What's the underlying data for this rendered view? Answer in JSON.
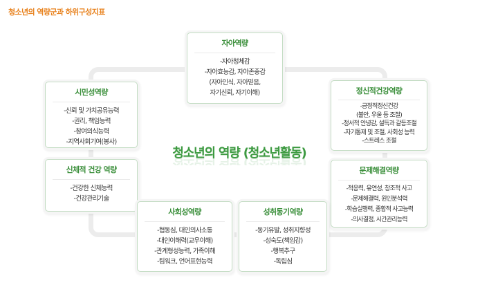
{
  "page_title": "청소년의 역량군과 하위구성지표",
  "center_title": "청소년의 역량 (청소년활동)",
  "boxes": [
    {
      "title": "자아역량",
      "items": [
        "-자아청체감",
        "-자아효능감, 자아존중감",
        "(자아인식, 자아믿음,",
        "자기신뢰, 자기이해)"
      ]
    },
    {
      "title": "시민성역량",
      "items": [
        "-신뢰 및 가치공유능력",
        "-권리, 책임능력",
        "-참여의식능력",
        "-지역사회기여(봉사)"
      ]
    },
    {
      "title": "정신적건강역량",
      "items": [
        "-긍정적정신건강",
        "(불안, 우울 등 조절)",
        "-정서적 안녕감, 설득과 갈등조절",
        "-자기통제 및 조절, 사회성 능력",
        "-스트레스 조절"
      ]
    },
    {
      "title": "신체적 건강 역량",
      "items": [
        "-건강한 신체능력",
        "-건강관리기술"
      ]
    },
    {
      "title": "문제해결역량",
      "items": [
        "-적응력, 유연성, 창조적 사고",
        "-문제해결력, 원인분석력",
        "-학습실행력, 종합적 사고능력",
        "-의사결정, 시간관리능력"
      ]
    },
    {
      "title": "사회성역량",
      "items": [
        "-협동심, 대인의사소통",
        "-대인이해력(교우이해)",
        "-관계형성능력, 가족이해",
        "-팀워크, 언어표현능력"
      ]
    },
    {
      "title": "성취동기역량",
      "items": [
        "-동기유발, 성취지향성",
        "-성숙도(책임감)",
        "-행복추구",
        "-독립심"
      ]
    }
  ]
}
